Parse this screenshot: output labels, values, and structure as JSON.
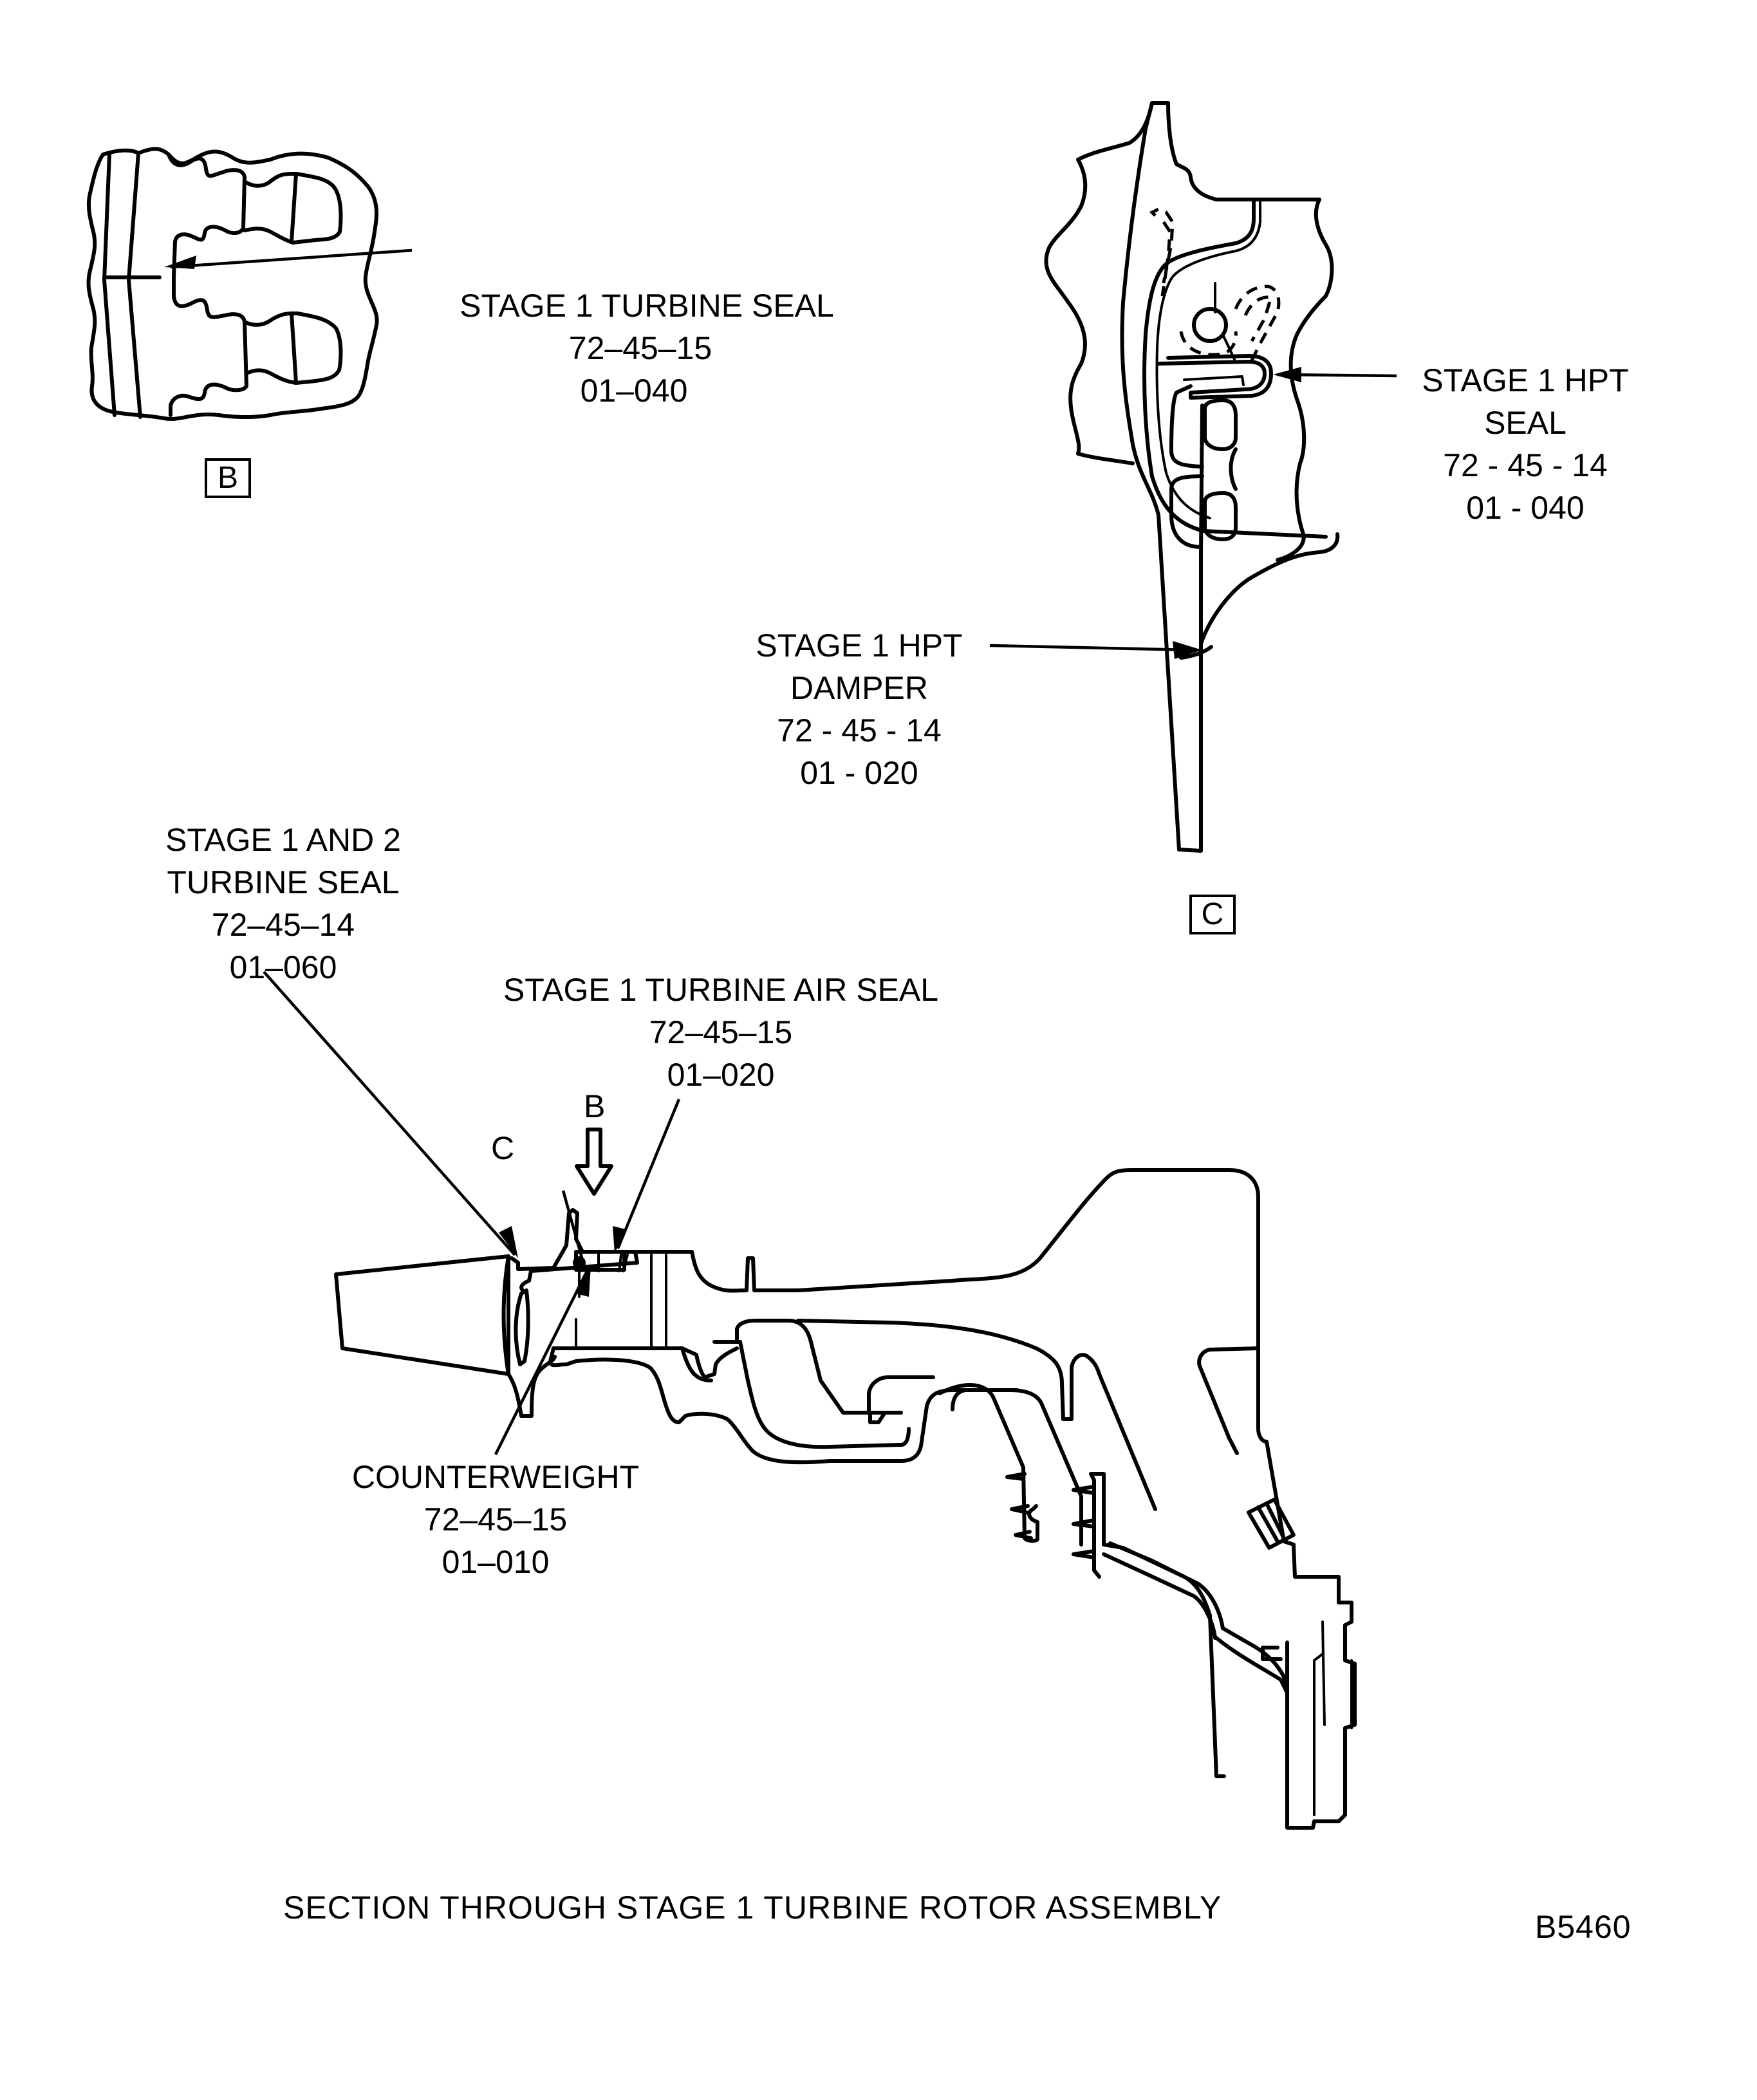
{
  "detail_b": {
    "ref_label": "B",
    "callout": {
      "lines": [
        "STAGE 1 TURBINE SEAL",
        "72–45–15",
        "01–040"
      ]
    }
  },
  "detail_c": {
    "ref_label": "C",
    "callouts": [
      {
        "id": "hpt-seal",
        "lines": [
          "STAGE 1 HPT",
          "SEAL",
          "72 - 45 - 14",
          "01 - 040"
        ]
      },
      {
        "id": "hpt-damper",
        "lines": [
          "STAGE 1 HPT",
          "DAMPER",
          "72 - 45 - 14",
          "01 - 020"
        ]
      }
    ]
  },
  "section": {
    "view_markers": {
      "b": "B",
      "c": "C"
    },
    "callouts": [
      {
        "id": "stage-1-2-turbine-seal",
        "lines": [
          "STAGE 1 AND 2",
          "TURBINE SEAL",
          "72–45–14",
          "01–060"
        ]
      },
      {
        "id": "stage-1-turbine-air-seal",
        "lines": [
          "STAGE 1 TURBINE AIR SEAL",
          "72–45–15",
          "01–020"
        ]
      },
      {
        "id": "counterweight",
        "lines": [
          "COUNTERWEIGHT",
          "72–45–15",
          "01–010"
        ]
      }
    ],
    "caption": "SECTION THROUGH STAGE 1 TURBINE ROTOR ASSEMBLY"
  },
  "figure_id": "B5460"
}
